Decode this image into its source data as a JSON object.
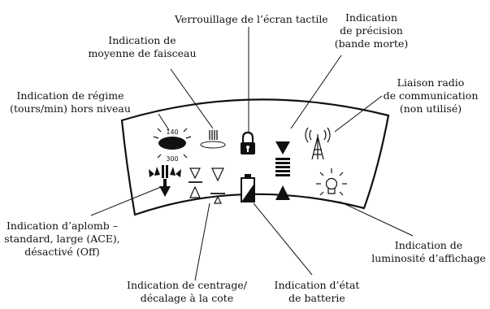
{
  "labels": {
    "beam_average": [
      "Indication de",
      "moyenne de faisceau"
    ],
    "touch_lock": [
      "Verrouillage de l’écran tactile"
    ],
    "precision": [
      "Indication",
      "de précision",
      "(bande morte)"
    ],
    "rpm": [
      "Indication de régime",
      "(tours/min) hors niveau"
    ],
    "radio": [
      "Liaison radio",
      "de communication",
      "(non utilisé)"
    ],
    "plumb": [
      "Indication d’aplomb –",
      "standard, large (ACE),",
      "désactivé (Off)"
    ],
    "brightness": [
      "Indication de",
      "luminosité d’affichage"
    ],
    "centering": [
      "Indication de centrage/",
      "décalage à la cote"
    ],
    "battery": [
      "Indication d’état",
      "de batterie"
    ]
  },
  "rpm_values": {
    "top": "140",
    "bottom": "300"
  }
}
